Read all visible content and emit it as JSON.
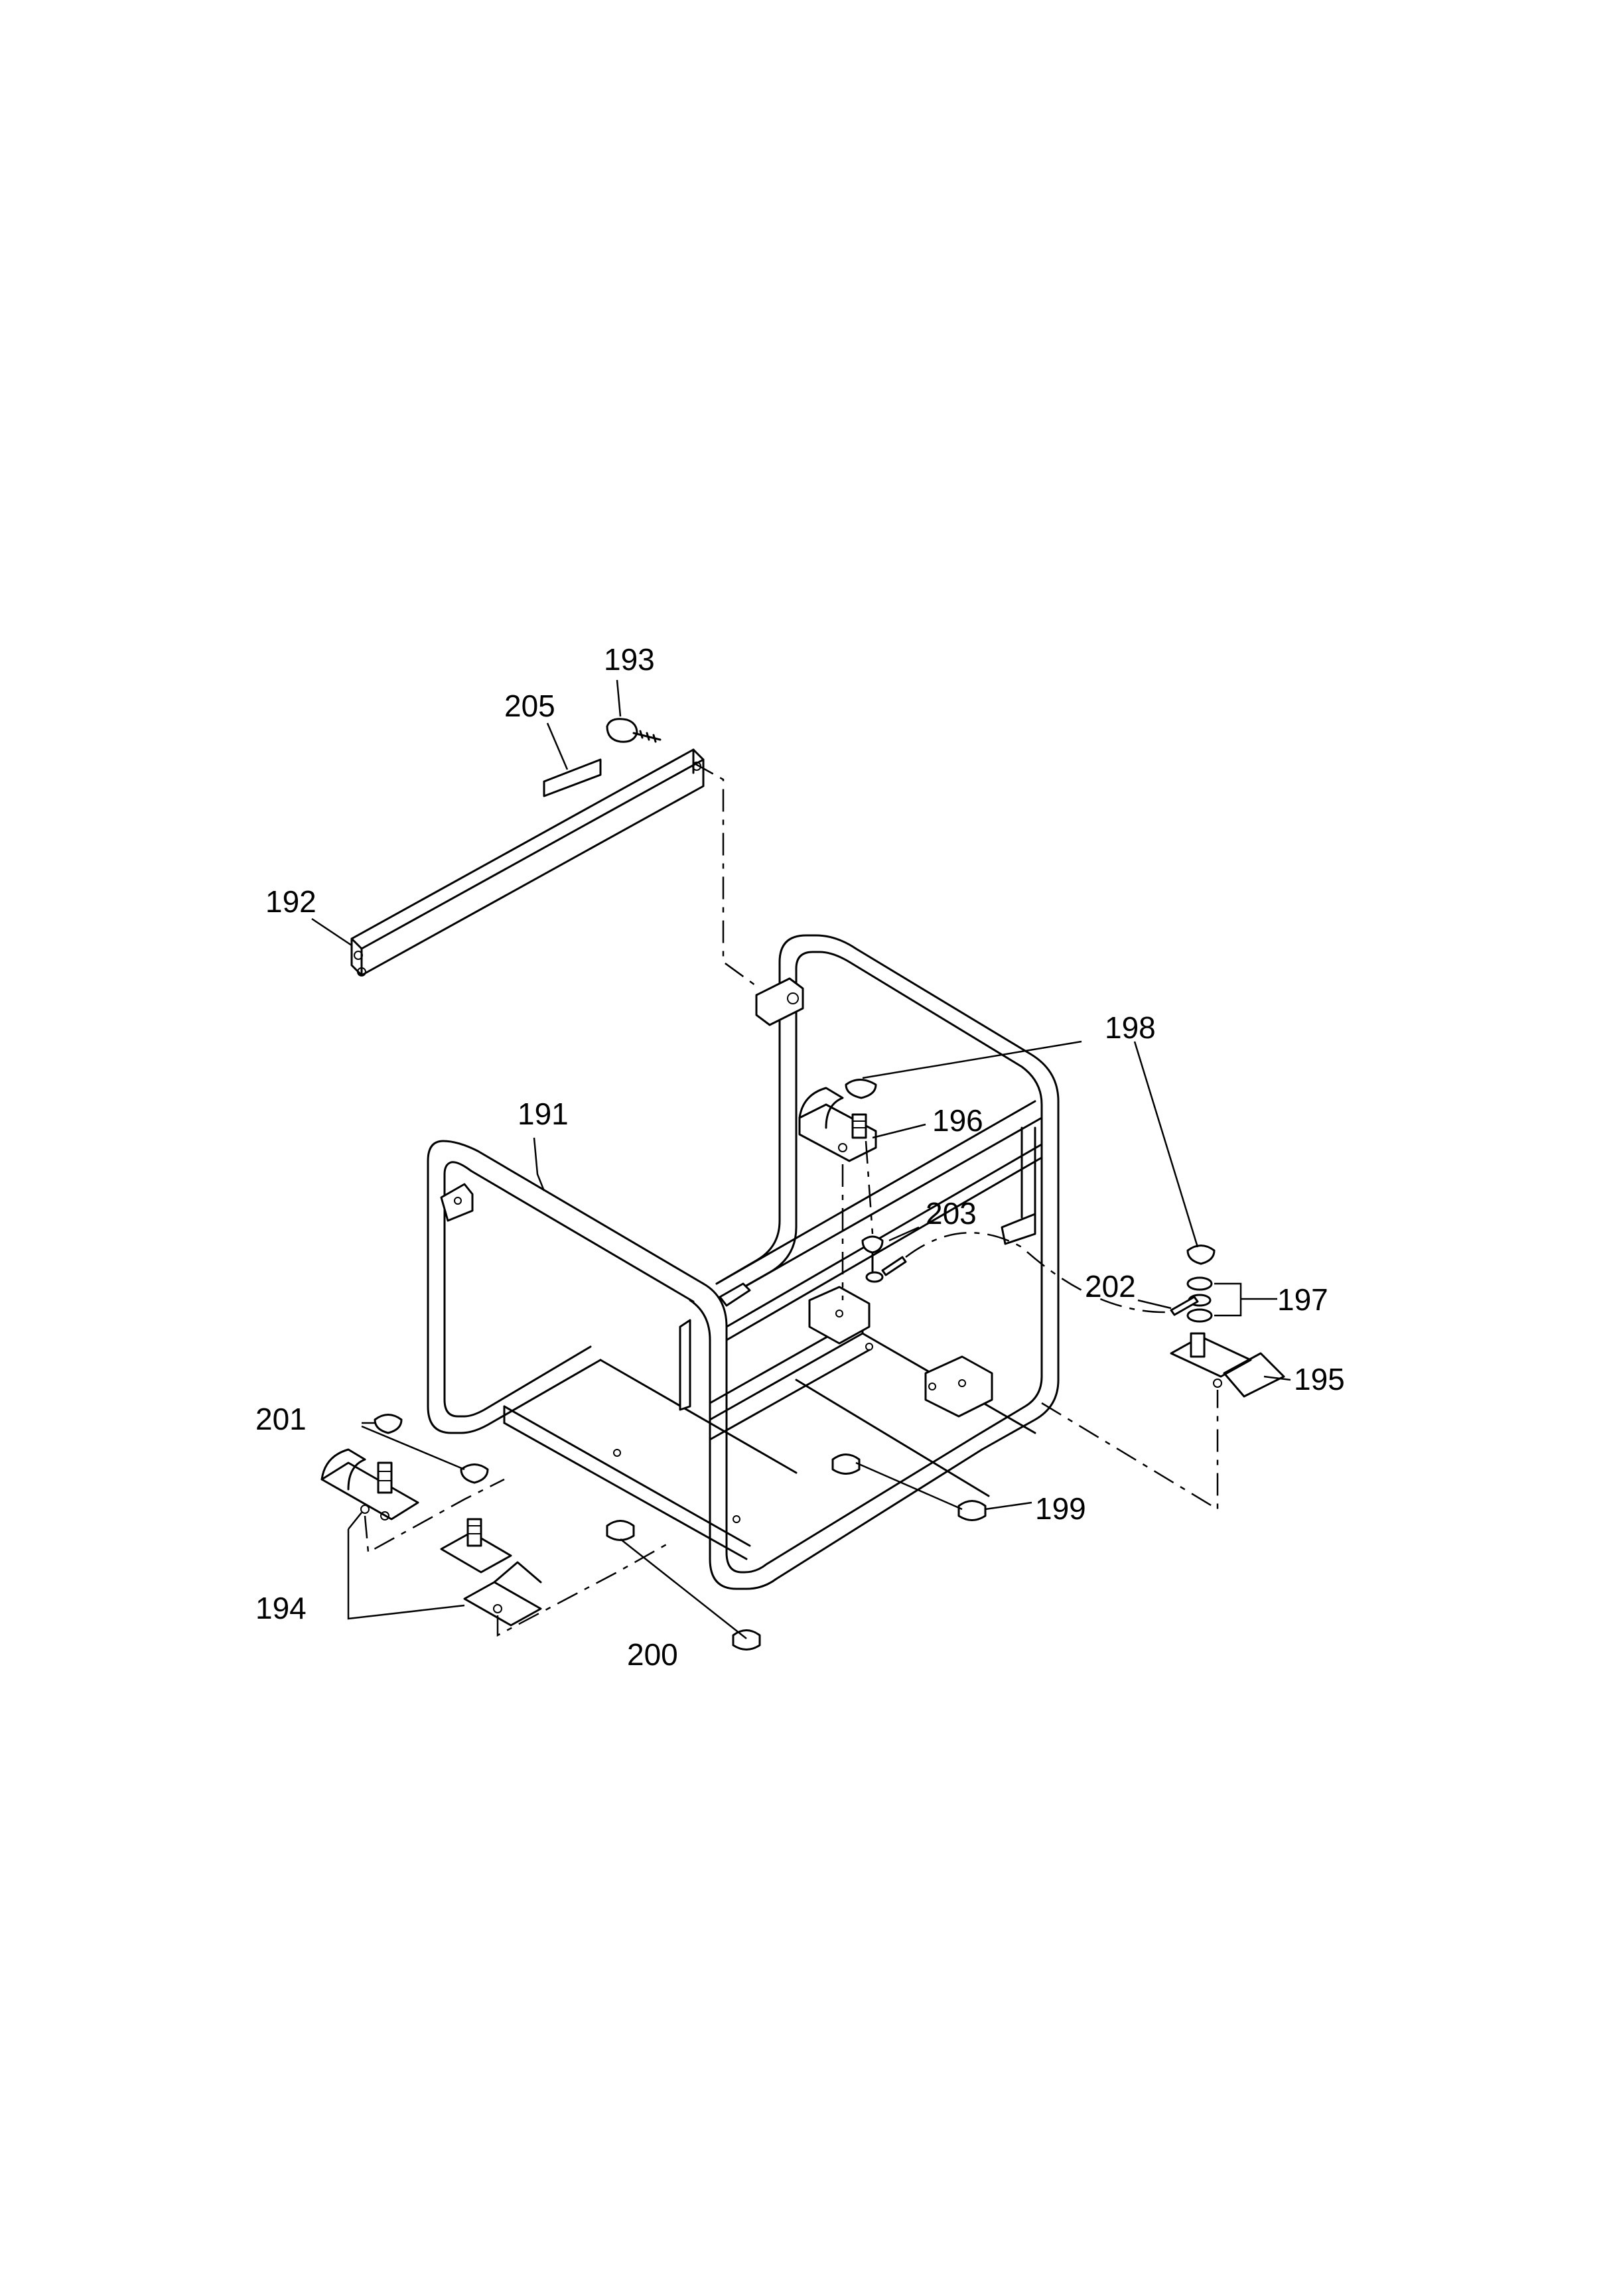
{
  "callouts": [
    {
      "id": "191",
      "label": "191"
    },
    {
      "id": "192",
      "label": "192"
    },
    {
      "id": "193",
      "label": "193"
    },
    {
      "id": "194",
      "label": "194"
    },
    {
      "id": "195",
      "label": "195"
    },
    {
      "id": "196",
      "label": "196"
    },
    {
      "id": "197",
      "label": "197"
    },
    {
      "id": "198",
      "label": "198"
    },
    {
      "id": "199",
      "label": "199"
    },
    {
      "id": "200",
      "label": "200"
    },
    {
      "id": "201",
      "label": "201"
    },
    {
      "id": "202",
      "label": "202"
    },
    {
      "id": "203",
      "label": "203"
    },
    {
      "id": "205",
      "label": "205"
    }
  ]
}
